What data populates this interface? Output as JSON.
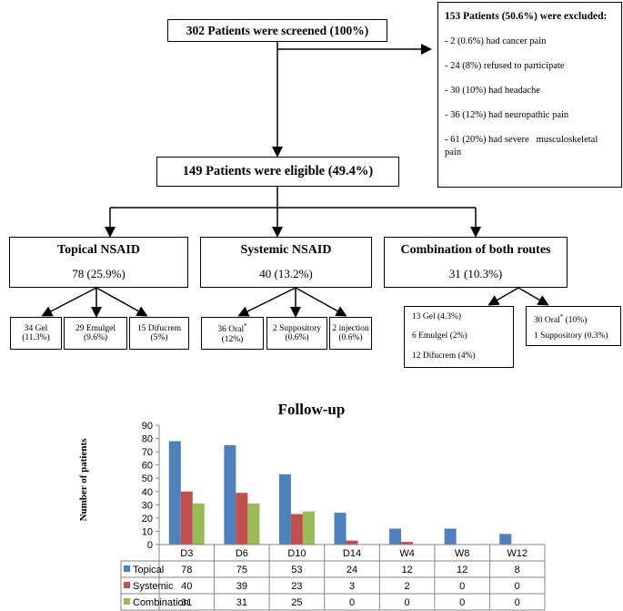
{
  "flow": {
    "screened": "302 Patients were screened (100%)",
    "excluded_title": "153 Patients (50.6%) were excluded:",
    "excluded_items": [
      "- 2 (0.6%) had cancer pain",
      "- 24 (8%) refused to participate",
      "- 30 (10%) had headache",
      "- 36 (12%) had neuropathic pain",
      "- 61 (20%) had severe   musculoskeletal",
      "pain"
    ],
    "eligible": "149 Patients were eligible (49.4%)",
    "groups": [
      {
        "title": "Topical NSAID",
        "value": "78 (25.9%)"
      },
      {
        "title": "Systemic NSAID",
        "value": "40 (13.2%)"
      },
      {
        "title": "Combination of both routes",
        "value": "31 (10.3%)"
      }
    ],
    "topical_sub": [
      {
        "l1": "34 Gel",
        "l2": "(11.3%)"
      },
      {
        "l1": "29 Emulgel",
        "l2": "(9.6%)"
      },
      {
        "l1": "15 Difucrem",
        "l2": "(5%)"
      }
    ],
    "systemic_sub": [
      {
        "l1": "36 Oral",
        "sup": "*",
        "l2": "(12%)"
      },
      {
        "l1": "2 Suppository",
        "l2": "(0.6%)"
      },
      {
        "l1": "2 injection",
        "l2": "(0.6%)"
      }
    ],
    "combo_sub1": [
      "13 Gel (4.3%)",
      "6 Emulgel (2%)",
      "12 Difucrem (4%)"
    ],
    "combo_sub2": {
      "l1": "30 Oral",
      "sup": "*",
      "l1b": " (10%)",
      "l2": "1 Suppository (0.3%)"
    }
  },
  "chart_data": {
    "type": "bar",
    "title": "Follow-up",
    "ylabel": "Number of patients",
    "xlabel": "",
    "ylim": [
      0,
      90
    ],
    "yticks": [
      0,
      10,
      20,
      30,
      40,
      50,
      60,
      70,
      80,
      90
    ],
    "categories": [
      "D3",
      "D6",
      "D10",
      "D14",
      "W4",
      "W8",
      "W12"
    ],
    "series": [
      {
        "name": "Topical",
        "color": "#4f81bd",
        "values": [
          78,
          75,
          53,
          24,
          12,
          12,
          8
        ]
      },
      {
        "name": "Systemic",
        "color": "#c0504d",
        "values": [
          40,
          39,
          23,
          3,
          2,
          0,
          0
        ]
      },
      {
        "name": "Combination",
        "color": "#9bbb59",
        "values": [
          31,
          31,
          25,
          0,
          0,
          0,
          0
        ]
      }
    ],
    "grid": false,
    "legend": "data table below chart"
  }
}
